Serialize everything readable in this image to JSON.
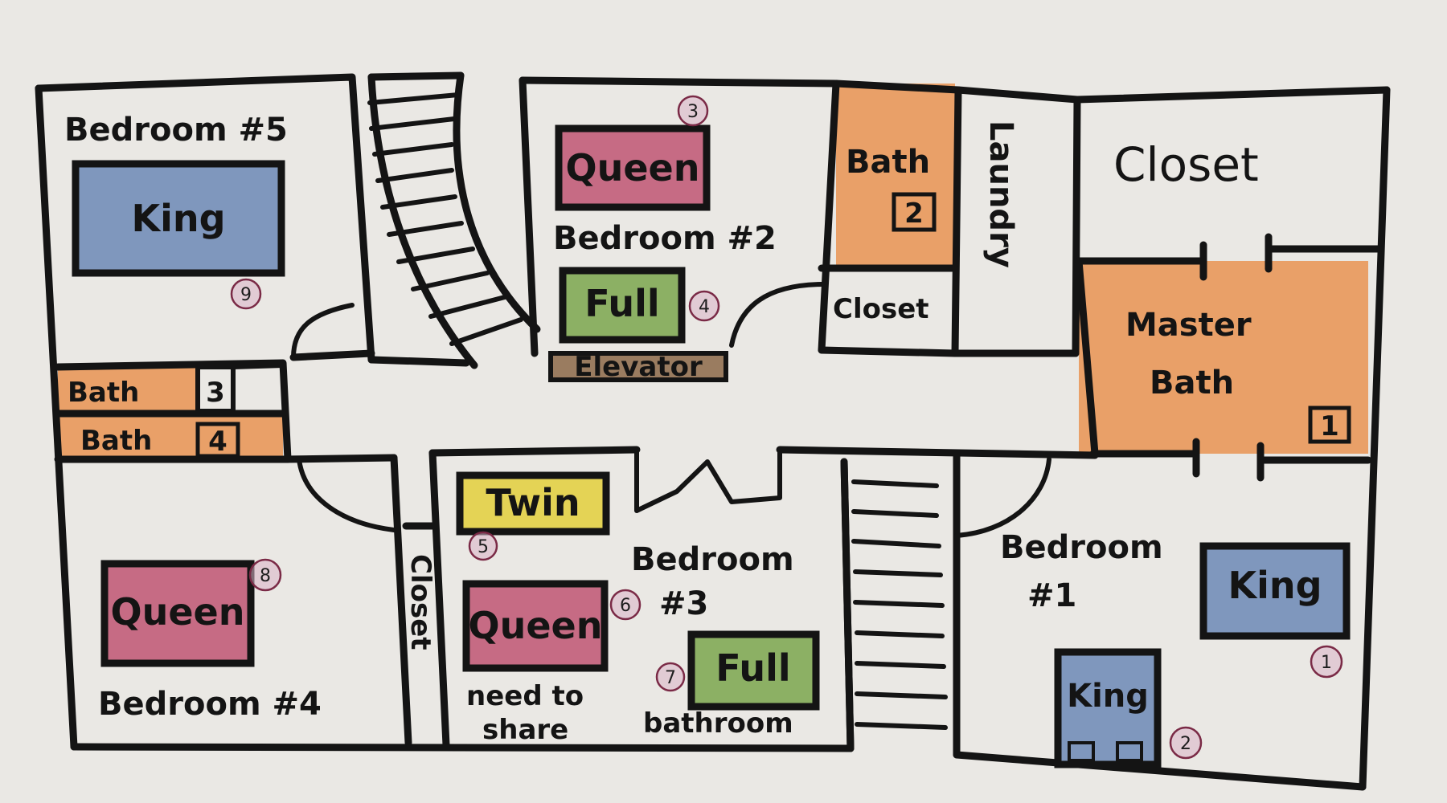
{
  "colors": {
    "paper": "#eae8e4",
    "ink": "#141414",
    "king": "#7f97bd",
    "queen": "#c66b84",
    "full": "#8cb064",
    "twin": "#e4d355",
    "bath": "#e9a068",
    "elevator": "#9a7c60",
    "bed_number_circle": "#d9b3c6"
  },
  "rooms": {
    "bedroom5": "Bedroom #5",
    "bedroom2": "Bedroom #2",
    "bedroom4": "Bedroom #4",
    "bedroom3_line1": "Bedroom",
    "bedroom3_line2": "#3",
    "bedroom1_line1": "Bedroom",
    "bedroom1_line2": "#1",
    "closet_master": "Closet",
    "closet_bath2": "Closet",
    "closet_bedroom4": "Closet",
    "laundry": "Laundry",
    "master_bath_line1": "Master",
    "master_bath_line2": "Bath",
    "bath2": "Bath",
    "bath3": "Bath",
    "bath4": "Bath",
    "elevator": "Elevator"
  },
  "bath_numbers": {
    "master": "1",
    "bath2": "2",
    "bath3": "3",
    "bath4": "4"
  },
  "beds": [
    {
      "id": "bed1",
      "size": "King",
      "number": "1",
      "color": "#7f97bd"
    },
    {
      "id": "bed2",
      "size": "King",
      "number": "2",
      "color": "#7f97bd"
    },
    {
      "id": "bed3",
      "size": "Queen",
      "number": "3",
      "color": "#c66b84"
    },
    {
      "id": "bed4",
      "size": "Full",
      "number": "4",
      "color": "#8cb064"
    },
    {
      "id": "bed5",
      "size": "Twin",
      "number": "5",
      "color": "#e4d355"
    },
    {
      "id": "bed6",
      "size": "Queen",
      "number": "6",
      "color": "#c66b84"
    },
    {
      "id": "bed7",
      "size": "Full",
      "number": "7",
      "color": "#8cb064"
    },
    {
      "id": "bed8",
      "size": "Queen",
      "number": "8",
      "color": "#c66b84"
    },
    {
      "id": "bed9",
      "size": "King",
      "number": "9",
      "color": "#7f97bd"
    }
  ],
  "notes": {
    "shared_line1": "need to",
    "shared_line2": "share",
    "shared_line3": "bathroom"
  }
}
